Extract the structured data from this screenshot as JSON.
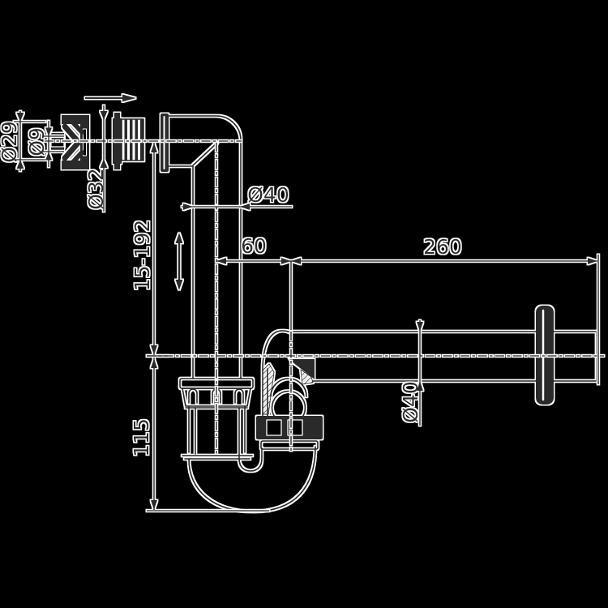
{
  "page": {
    "title": "Bottle siphon technical drawing",
    "background_color": "#000000"
  },
  "style": {
    "ink_color": "#2a2a2a",
    "halo_color": "#ffffff"
  },
  "labels": {
    "detail_outer_diameter": "Ø29",
    "detail_bore_diameter": "Ø9",
    "detail_sleeve_diameter": "Ø32",
    "riser_pipe_diameter": "Ø40",
    "riser_to_outlet_offset": "60",
    "outlet_pipe_length": "260",
    "adjustable_height_range": "15-192",
    "trap_depth": "115",
    "outlet_pipe_diameter": "Ø40"
  },
  "symbols": {
    "flow_direction": "right-arrow",
    "height_adjustment": "vertical-double-arrow"
  }
}
